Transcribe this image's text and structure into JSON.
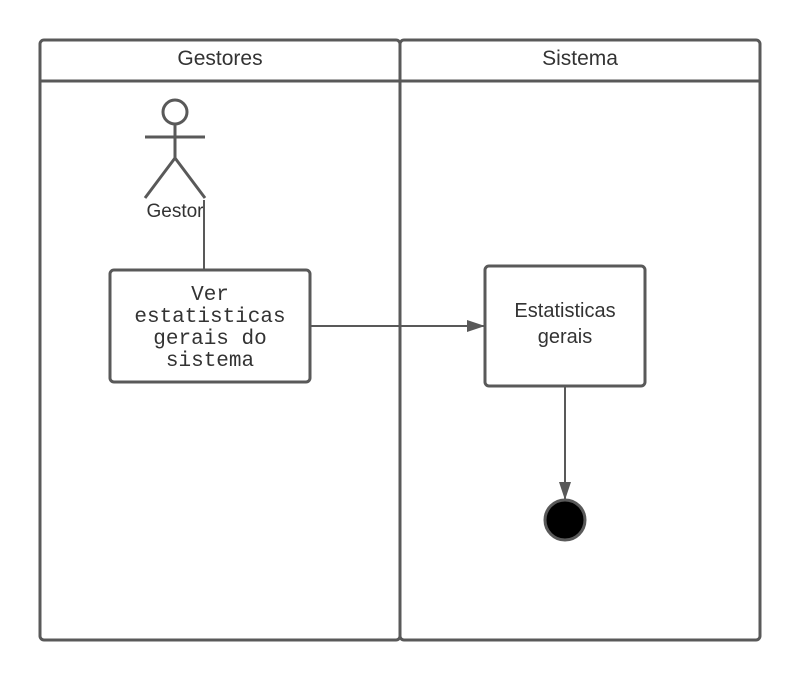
{
  "swimlanes": [
    {
      "title": "Gestores"
    },
    {
      "title": "Sistema"
    }
  ],
  "actor": {
    "label": "Gestor"
  },
  "activities": {
    "ver_estatisticas": {
      "lines": [
        "Ver",
        "estatisticas",
        "gerais do",
        "sistema"
      ]
    },
    "estatisticas_gerais": {
      "lines": [
        "Estatisticas",
        "gerais"
      ]
    }
  },
  "colors": {
    "stroke": "#595959",
    "text": "#333333",
    "final_node_fill": "#000000"
  }
}
